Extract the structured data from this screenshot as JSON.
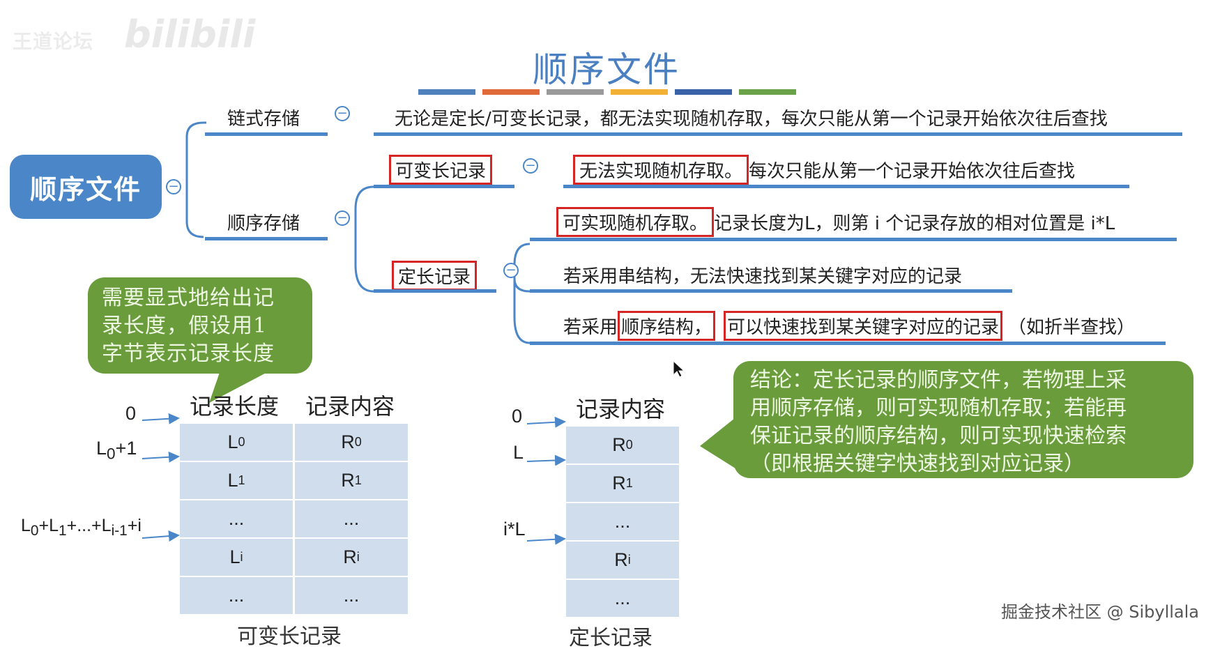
{
  "watermark": {
    "text": "王道论坛",
    "brand": "bilibili"
  },
  "title": "顺序文件",
  "color_bars": [
    "#4f81bd",
    "#e06a3a",
    "#9a9a9a",
    "#f2b134",
    "#3a62a8",
    "#6aa24a"
  ],
  "root": {
    "label": "顺序文件"
  },
  "branches": {
    "linked": {
      "label": "链式存储",
      "note": "无论是定长/可变长记录，都无法实现随机存取，每次只能从第一个记录开始依次往后查找"
    },
    "sequential": {
      "label": "顺序存储",
      "variable": {
        "label": "可变长记录",
        "note_boxed": "无法实现随机存取。",
        "note_rest": "每次只能从第一个记录开始依次往后查找"
      },
      "fixed": {
        "label": "定长记录",
        "note1_boxed": "可实现随机存取。",
        "note1_rest": "记录长度为L，则第 i 个记录存放的相对位置是 i*L",
        "note2": "若采用串结构，无法快速找到某关键字对应的记录",
        "note3_pre": "若采用",
        "note3_box1": "顺序结构，",
        "note3_box2": "可以快速找到某关键字对应的记录",
        "note3_post": "（如折半查找）"
      }
    }
  },
  "bubble_left": {
    "lines": [
      "需要显式地给出记",
      "录长度，假设用1",
      "字节表示记录长度"
    ]
  },
  "bubble_right": {
    "lines": [
      "结论：定长记录的顺序文件，若物理上采",
      "用顺序存储，则可实现随机存取；若能再",
      "保证记录的顺序结构，则可实现快速检索",
      "（即根据关键字快速找到对应记录）"
    ]
  },
  "table_variable": {
    "headers": [
      "记录长度",
      "记录内容"
    ],
    "rows": [
      [
        "L0",
        "R0"
      ],
      [
        "L1",
        "R1"
      ],
      [
        "...",
        "..."
      ],
      [
        "Li",
        "Ri"
      ],
      [
        "...",
        "..."
      ]
    ],
    "offsets": [
      "0",
      "L0+1",
      "L0+L1+...+Li-1+i"
    ],
    "caption": "可变长记录"
  },
  "table_fixed": {
    "header": "记录内容",
    "rows": [
      "R0",
      "R1",
      "...",
      "Ri",
      "..."
    ],
    "offsets": [
      "0",
      "L",
      "i*L"
    ],
    "caption": "定长记录"
  },
  "credit": "掘金技术社区 @ Sibyllala"
}
